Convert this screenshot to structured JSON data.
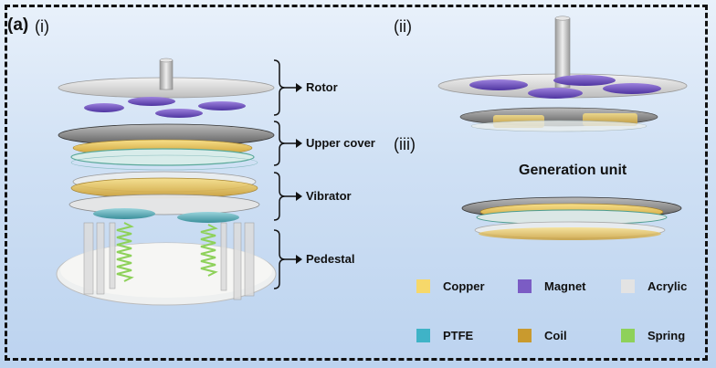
{
  "panel_a": "(a)",
  "panel_i": "(i)",
  "panel_ii": "(ii)",
  "panel_iii": "(iii)",
  "parts": {
    "rotor": "Rotor",
    "upper_cover": "Upper cover",
    "vibrator": "Vibrator",
    "pedestal": "Pedestal"
  },
  "generation_unit": "Generation unit",
  "legend": [
    {
      "label": "Copper",
      "color": "#f6d86a",
      "icon": "copper-swatch"
    },
    {
      "label": "Magnet",
      "color": "#7b5cc4",
      "icon": "magnet-swatch"
    },
    {
      "label": "Acrylic",
      "color": "#e3e3e3",
      "icon": "acrylic-swatch"
    },
    {
      "label": "PTFE",
      "color": "#3fb3c7",
      "icon": "ptfe-swatch"
    },
    {
      "label": "Coil",
      "color": "#c99a2e",
      "icon": "coil-swatch"
    },
    {
      "label": "Spring",
      "color": "#8ed15a",
      "icon": "spring-swatch"
    }
  ]
}
